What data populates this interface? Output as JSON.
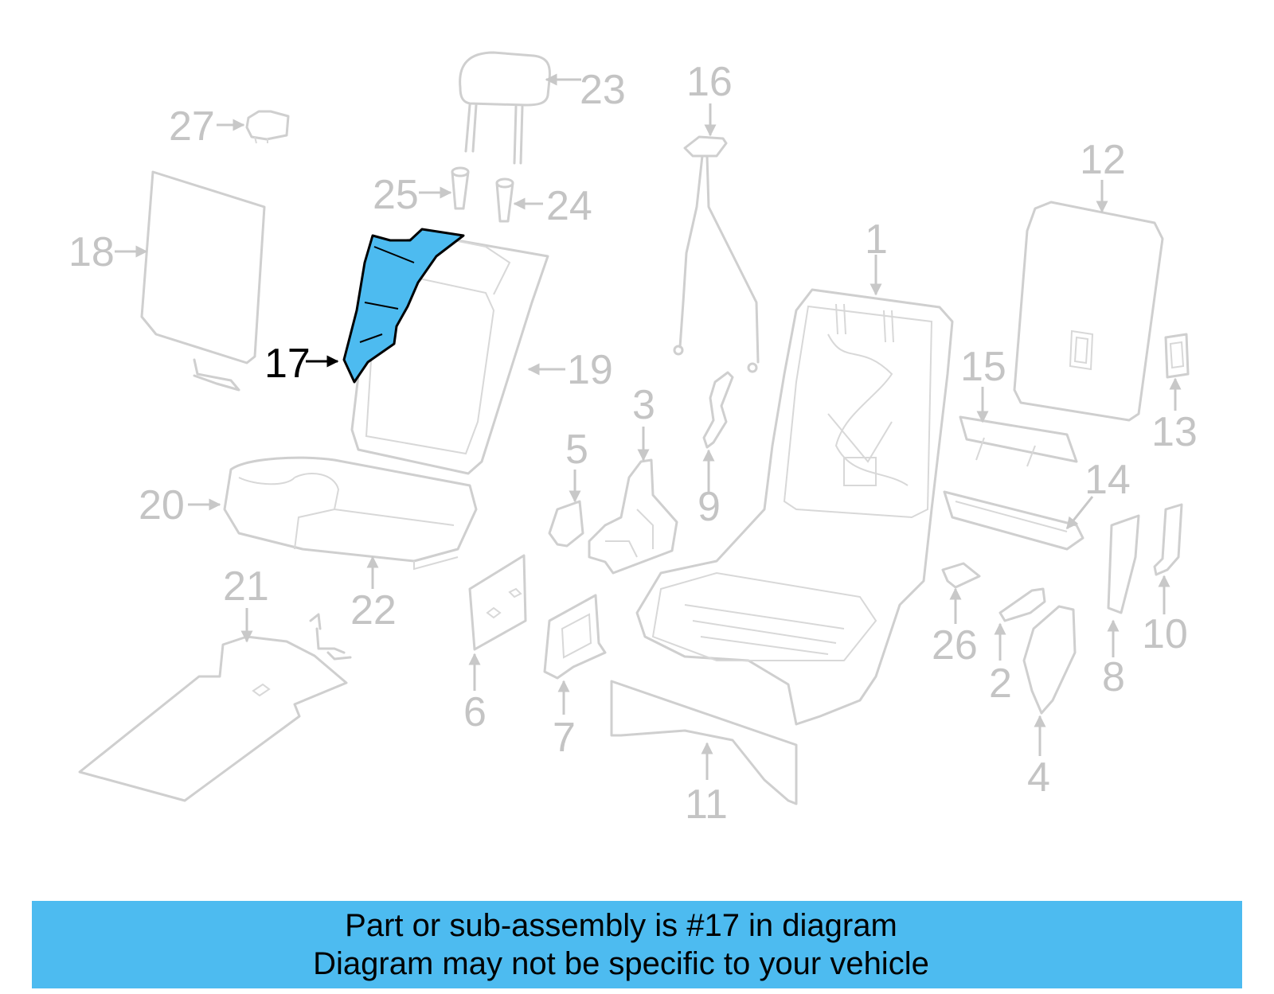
{
  "diagram": {
    "highlight_color": "#4dbbf0",
    "part_color": "#cfcfcf",
    "highlighted_part": "17",
    "callouts": {
      "c1": "1",
      "c2": "2",
      "c3": "3",
      "c4": "4",
      "c5": "5",
      "c6": "6",
      "c7": "7",
      "c8": "8",
      "c9": "9",
      "c10": "10",
      "c11": "11",
      "c12": "12",
      "c13": "13",
      "c14": "14",
      "c15": "15",
      "c16": "16",
      "c17": "17",
      "c18": "18",
      "c19": "19",
      "c20": "20",
      "c21": "21",
      "c22": "22",
      "c23": "23",
      "c24": "24",
      "c25": "25",
      "c26": "26",
      "c27": "27"
    }
  },
  "banner": {
    "line1": "Part or sub-assembly is #17 in diagram",
    "line2": "Diagram may not be specific to your vehicle"
  }
}
